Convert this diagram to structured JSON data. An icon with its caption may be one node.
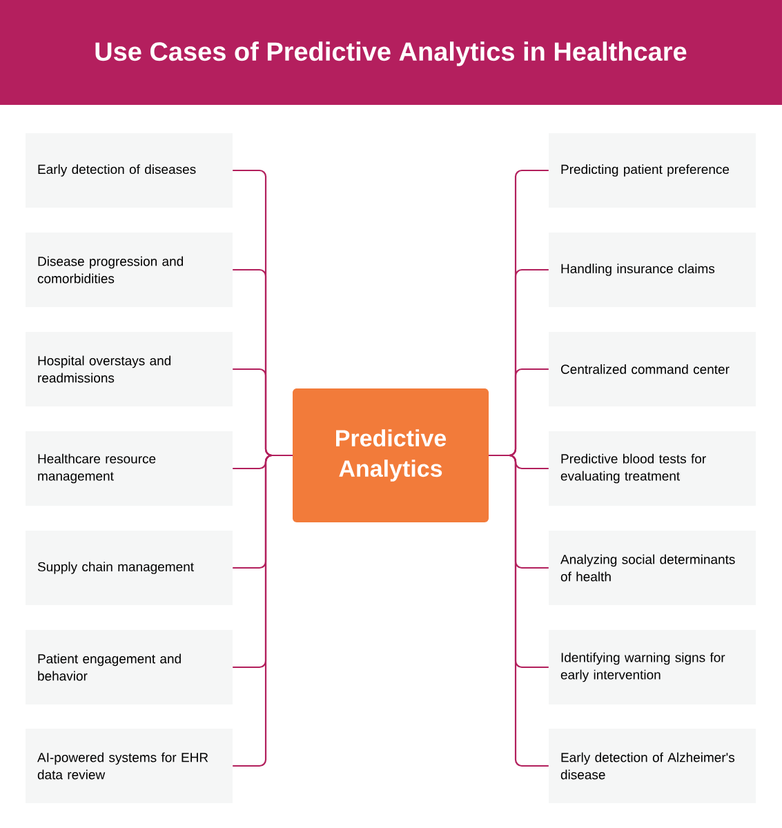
{
  "diagram": {
    "title": "Use Cases of Predictive Analytics in Healthcare",
    "nodes": [
      {
        "text": [
          "Predictive Analytics"
        ]
      },
      {
        "text": [
          "Early detection of diseases"
        ]
      },
      {
        "text": [
          "Disease progression and comorbidities"
        ]
      },
      {
        "text": [
          "Hospital overstays and readmissions"
        ]
      },
      {
        "text": [
          "Healthcare resource management"
        ]
      },
      {
        "text": [
          "Supply chain management"
        ]
      },
      {
        "text": [
          "Patient engagement and behavior"
        ]
      },
      {
        "text": [
          "AI-powered systems for EHR data review"
        ]
      },
      {
        "text": [
          "Predicting patient preference"
        ]
      },
      {
        "text": [
          "Handling insurance claims"
        ]
      },
      {
        "text": [
          "Centralized command center"
        ]
      },
      {
        "text": [
          "Predictive blood tests for evaluating treatment"
        ]
      },
      {
        "text": [
          "Analyzing social determinants of health"
        ]
      },
      {
        "text": [
          "Identifying warning signs for early intervention"
        ]
      },
      {
        "text": [
          "Early detection of Alzheimer's disease"
        ]
      }
    ],
    "edges": [
      {
        "from": 0,
        "to": 1,
        "arrow": "none"
      },
      {
        "from": 0,
        "to": 2,
        "arrow": "none"
      },
      {
        "from": 0,
        "to": 3,
        "arrow": "none"
      },
      {
        "from": 0,
        "to": 4,
        "arrow": "none"
      },
      {
        "from": 0,
        "to": 5,
        "arrow": "none"
      },
      {
        "from": 0,
        "to": 6,
        "arrow": "none"
      },
      {
        "from": 0,
        "to": 7,
        "arrow": "none"
      },
      {
        "from": 0,
        "to": 8,
        "arrow": "none"
      },
      {
        "from": 0,
        "to": 9,
        "arrow": "none"
      },
      {
        "from": 0,
        "to": 10,
        "arrow": "none"
      },
      {
        "from": 0,
        "to": 11,
        "arrow": "none"
      },
      {
        "from": 0,
        "to": 12,
        "arrow": "none"
      },
      {
        "from": 0,
        "to": 13,
        "arrow": "none"
      },
      {
        "from": 0,
        "to": 14,
        "arrow": "none"
      }
    ]
  }
}
